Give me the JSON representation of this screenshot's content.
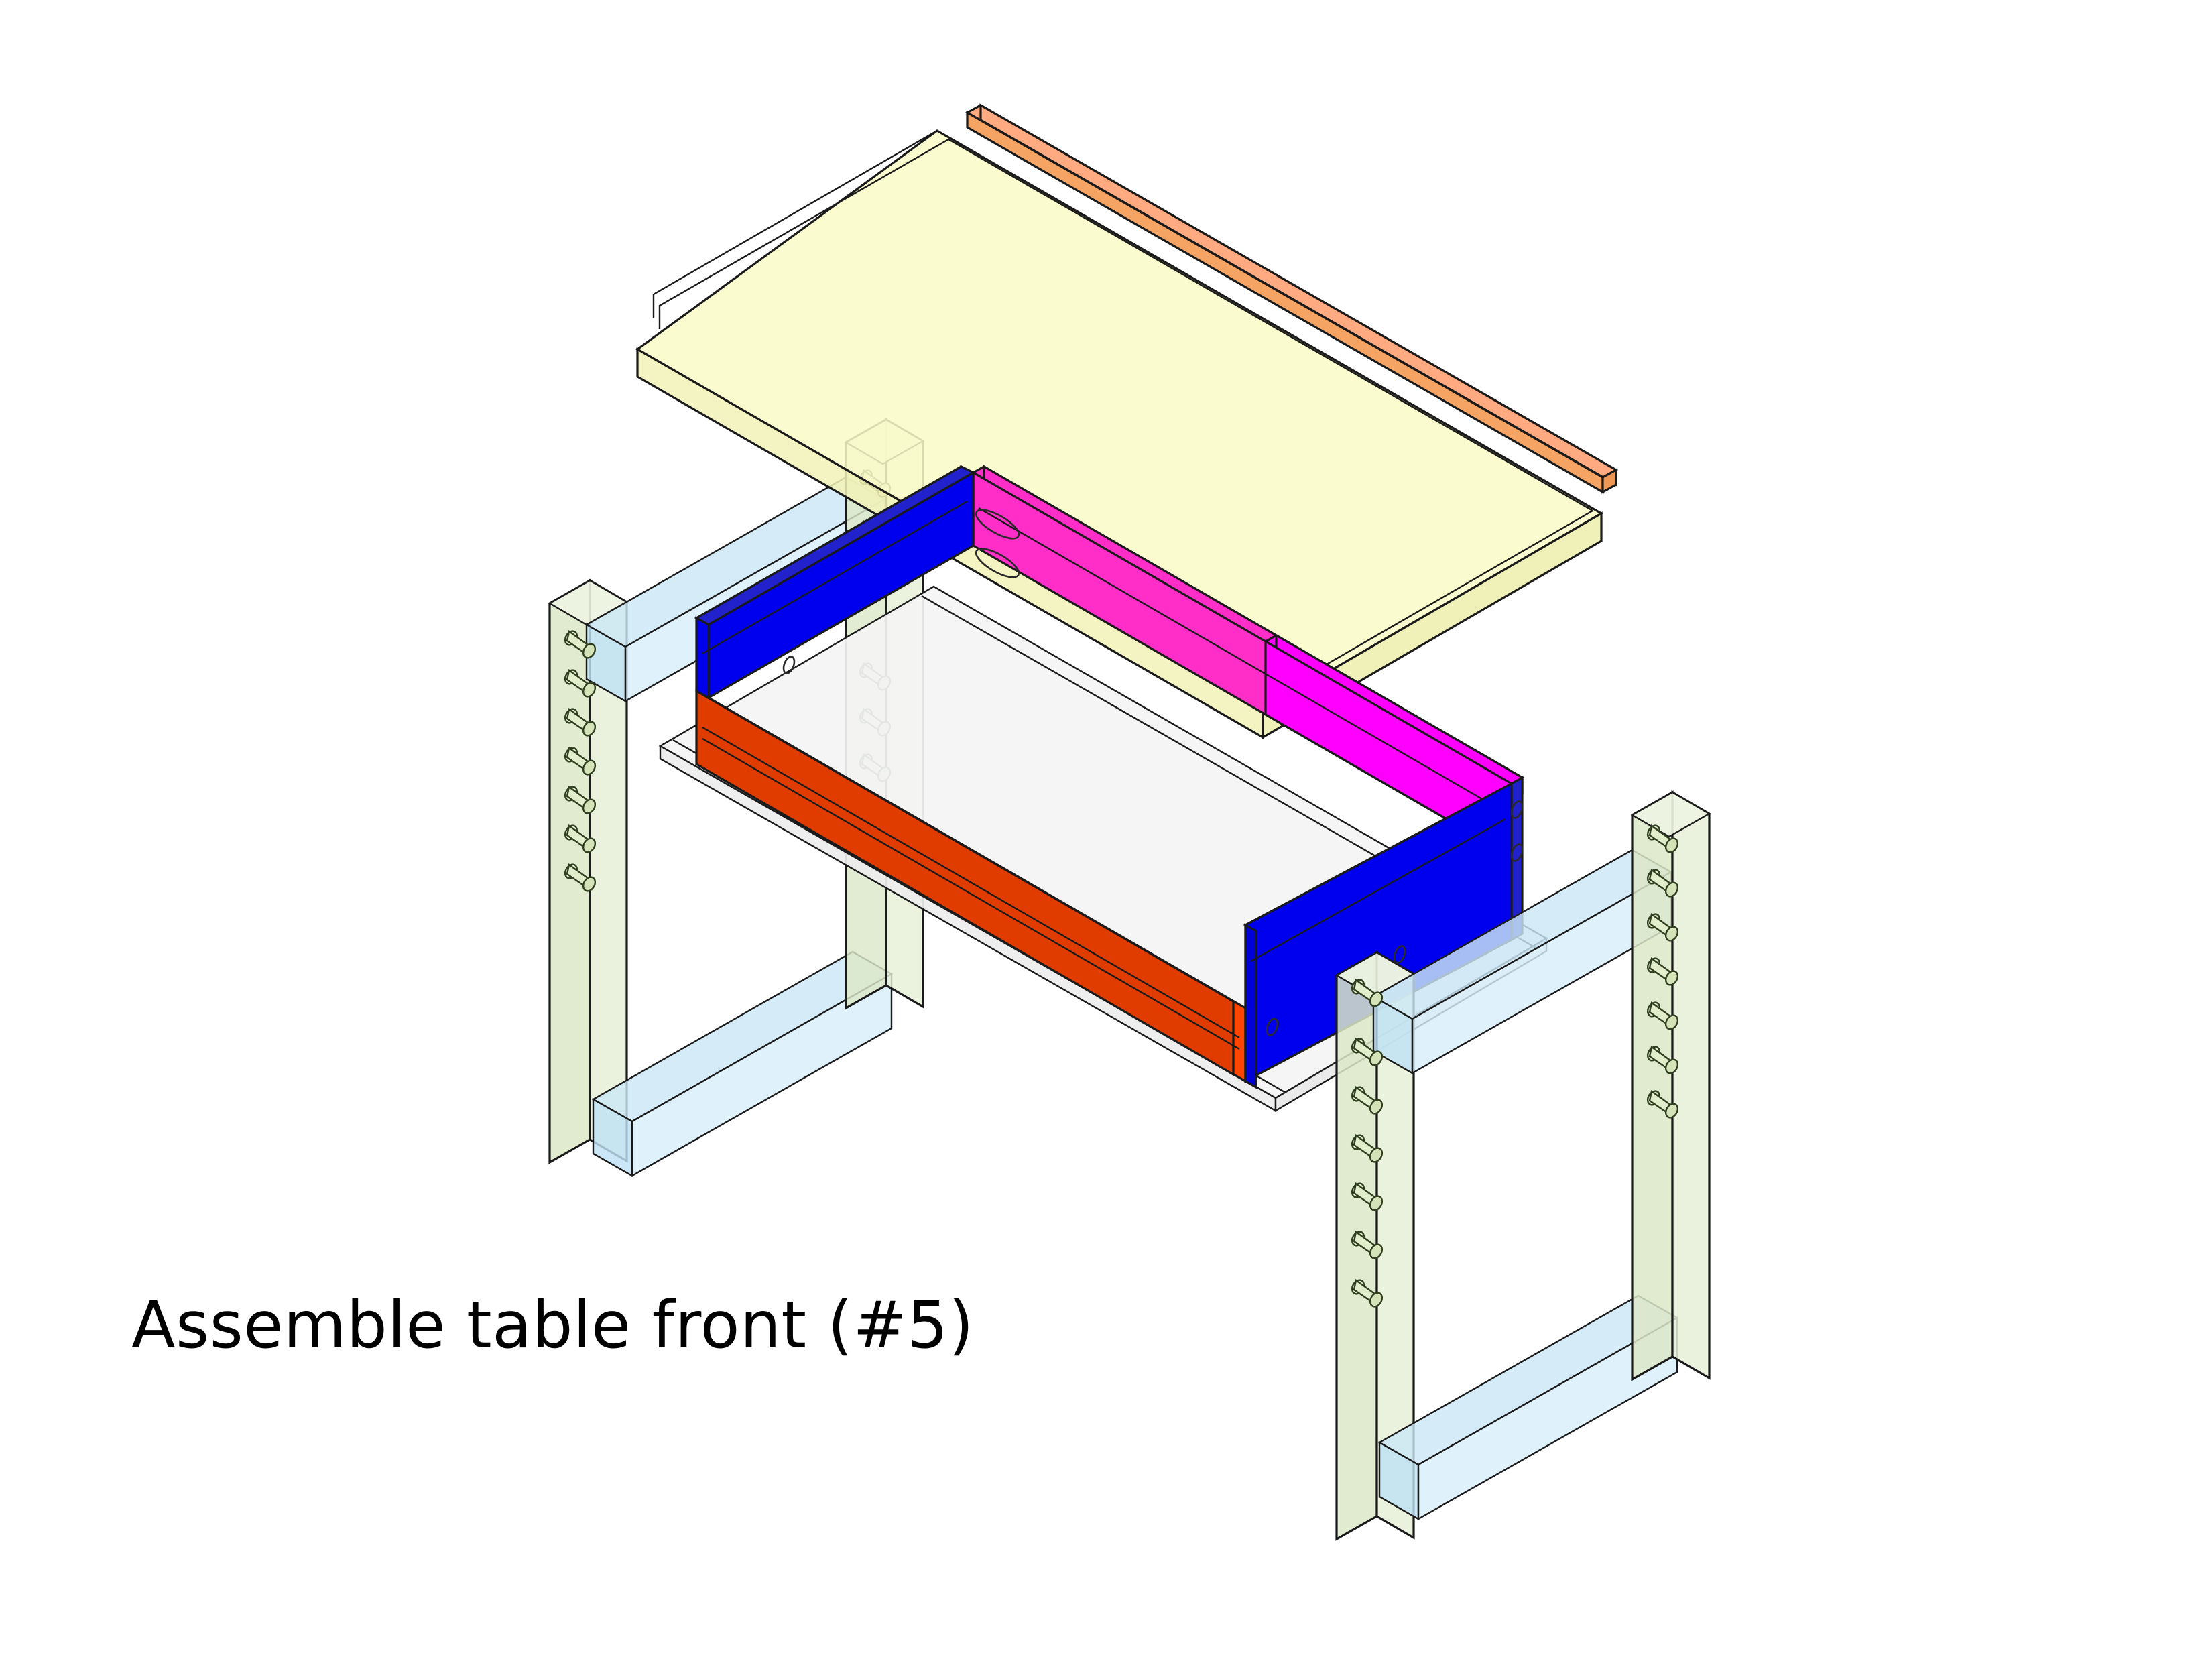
{
  "caption": {
    "text": "Assemble table front (#5)",
    "step_number": "#5"
  },
  "diagram": {
    "title": "Assemble table front (#5)",
    "view": "isometric exploded assembly",
    "background_color": "#ffffff",
    "line_color": "#1a1a1a"
  },
  "palette": {
    "tabletop_fill": "#FAFAC8",
    "tabletop_edge_strip": "#FFAA80",
    "tabletop_edge_strip_side": "#F5A463",
    "rail_back_left": "#0000EE",
    "rail_right": "#0000EE",
    "rail_back_right": "#FF00FF",
    "rail_back_right_overlapped": "#FF2EC8",
    "rail_front": "#FF4500",
    "shelf_panel": "#F4F4F4",
    "leg_fill": "#DCE8C8",
    "leg_overlap": "#C8DCC0",
    "stretcher_fill": "#CCE8F7",
    "dowel_fill": "#DCE8C0",
    "outline": "#1a1a1a"
  },
  "parts": [
    {
      "id": "tabletop",
      "name": "Table top panel",
      "color_key": "tabletop_fill",
      "note": "translucent pale yellow slab, topmost exploded element"
    },
    {
      "id": "edge-strip",
      "name": "Table top edge banding strip",
      "color_key": "tabletop_edge_strip",
      "note": "salmon/peach strip along the back-right edge of the table top"
    },
    {
      "id": "rail-back-left",
      "name": "Back-left apron rail",
      "color_key": "rail_back_left",
      "note": "blue rail running back-left, one screw hole on face"
    },
    {
      "id": "rail-back-right",
      "name": "Back-right apron rail",
      "color_key": "rail_back_right",
      "note": "magenta rail with two pocket holes near the corner"
    },
    {
      "id": "rail-right",
      "name": "Right apron rail",
      "color_key": "rail_right",
      "note": "blue rail along the right side, two holes on end face, two on long face"
    },
    {
      "id": "rail-front",
      "name": "Front apron rail",
      "color_key": "rail_front",
      "note": "orange rail across the front of the frame"
    },
    {
      "id": "shelf-panel",
      "name": "Lower shelf panel",
      "color_key": "shelf_panel",
      "note": "light grey translucent panel sitting below the apron frame"
    },
    {
      "id": "leg-frame-left",
      "name": "Left leg frame assembly",
      "color_key": "leg_fill",
      "note": "two pale green legs joined by two light blue stretchers"
    },
    {
      "id": "leg-frame-right",
      "name": "Right leg frame assembly",
      "color_key": "leg_fill",
      "note": "two pale green legs joined by two light blue stretchers"
    }
  ],
  "fasteners": {
    "type": "dowel-pin",
    "fill": "#DCE8C0",
    "left_frame_front_leg_count": 7,
    "left_frame_back_leg_count": 5,
    "right_frame_front_leg_count": 7,
    "right_frame_back_leg_count": 7,
    "pocket_holes_back_right_rail": 2,
    "screw_holes_right_rail_end": 2
  }
}
